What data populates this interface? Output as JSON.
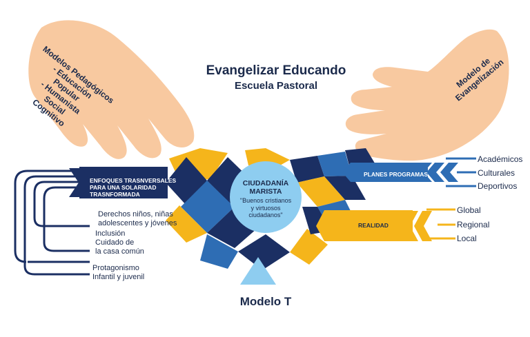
{
  "title": "Evangelizar Educando",
  "subtitle": "Escuela Pastoral",
  "left_hand": {
    "text": "Modelos Pedagógicos\n- Educación\nPopular\n- Humanista\nSocial\nCognitivo"
  },
  "right_hand": {
    "text": "Modelo de\nEvangelización"
  },
  "center": {
    "title": "CIUDADANÍA\nMARISTA",
    "subtitle": "\"Buenos cristianos\ny virtuosos\nciudadanos\""
  },
  "left_banner": {
    "label": "ENFOQUES TRASNVERSALES\nPARA UNA SOLARIDAD\nTRASNFORMADA",
    "items": [
      "Derechos niños, niñas\nadolescentes y jóvenes",
      "Inclusión",
      "Cuidado de\nla casa común",
      "Protagonismo\nInfantil y juvenil"
    ]
  },
  "right_top": {
    "label": "PLANES PROGRAMAS",
    "items": [
      "Académicos",
      "Culturales",
      "Deportivos"
    ]
  },
  "right_bottom": {
    "label": "REALIDAD",
    "items": [
      "Global",
      "Regional",
      "Local"
    ]
  },
  "bottom_label": "Modelo T",
  "colors": {
    "navy": "#1b2f63",
    "blue": "#2e6db4",
    "yellow": "#f5b51b",
    "light_blue": "#8ecdf0",
    "skin": "#f8c9a0"
  }
}
